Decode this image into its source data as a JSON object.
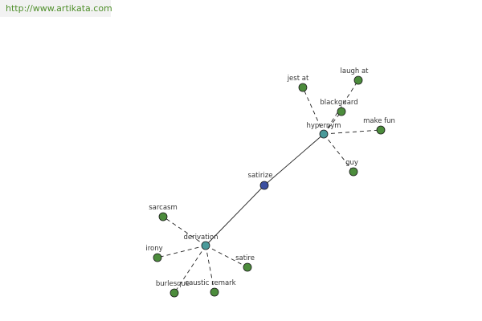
{
  "banner": {
    "text": "http://www.artikata.com"
  },
  "colors": {
    "center": "#3b4fa0",
    "hub": "#4a9a9a",
    "leaf": "#4c8c3c",
    "edge": "#222222"
  },
  "graph": {
    "center": {
      "id": "satirize",
      "label": "satirize"
    },
    "hubs": [
      {
        "id": "hypernym",
        "label": "hypernym"
      },
      {
        "id": "derivation",
        "label": "derivation"
      }
    ],
    "leaves": [
      {
        "id": "jest-at",
        "label": "jest at",
        "hub": "hypernym"
      },
      {
        "id": "laugh-at",
        "label": "laugh at",
        "hub": "hypernym"
      },
      {
        "id": "blackguard",
        "label": "blackguard",
        "hub": "hypernym"
      },
      {
        "id": "make-fun",
        "label": "make fun",
        "hub": "hypernym"
      },
      {
        "id": "guy",
        "label": "guy",
        "hub": "hypernym"
      },
      {
        "id": "sarcasm",
        "label": "sarcasm",
        "hub": "derivation"
      },
      {
        "id": "irony",
        "label": "irony",
        "hub": "derivation"
      },
      {
        "id": "satire",
        "label": "satire",
        "hub": "derivation"
      },
      {
        "id": "burlesque",
        "label": "burlesque",
        "hub": "derivation"
      },
      {
        "id": "caustic-remark",
        "label": "caustic remark",
        "hub": "derivation"
      }
    ]
  }
}
